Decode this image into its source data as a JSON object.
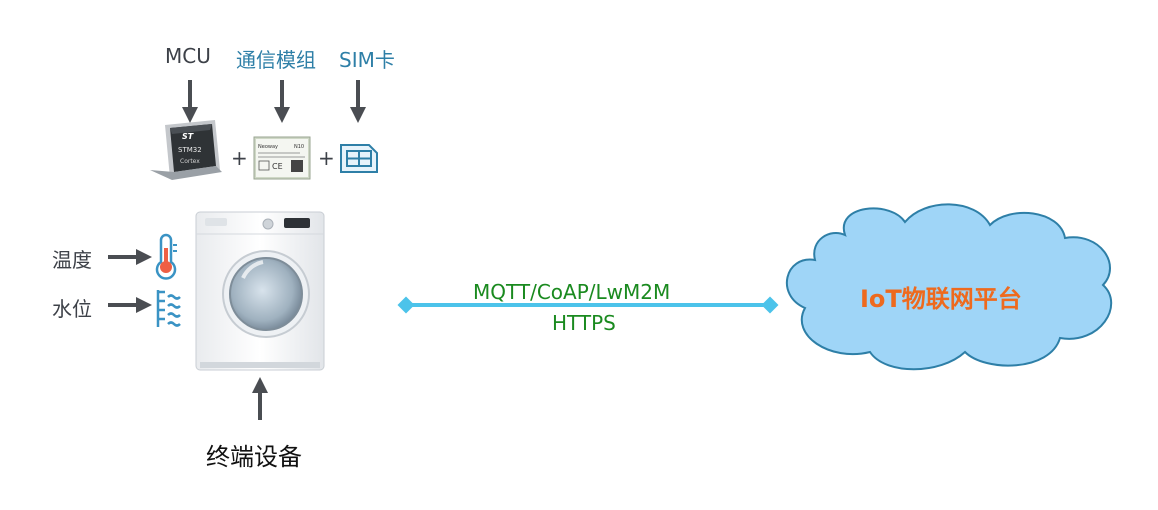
{
  "components": {
    "mcu": "MCU",
    "comm_module": "通信模组",
    "sim": "SIM卡",
    "plus": "+"
  },
  "sensors": {
    "temperature": "温度",
    "water_level": "水位"
  },
  "device": {
    "title": "终端设备"
  },
  "link": {
    "protocols": "MQTT/CoAP/LwM2M",
    "https": "HTTPS"
  },
  "platform": {
    "title": "IoT物联网平台"
  },
  "chip": {
    "brand": "ST",
    "line1": "STM32",
    "line2": "Cortex"
  },
  "module": {
    "brand": "Neoway",
    "model": "N10"
  },
  "colors": {
    "arrow": "#4a4d52",
    "link": "#4cc3ea",
    "cloud_fill": "#9fd5f7",
    "cloud_stroke": "#2e7fa7",
    "platform_text": "#ee6a1e",
    "protocol_text": "#1a8a1f"
  },
  "icons": [
    "arrow-down-icon",
    "arrow-right-icon",
    "arrow-up-icon",
    "thermometer-icon",
    "water-level-icon",
    "sim-card-icon",
    "cloud-icon"
  ]
}
